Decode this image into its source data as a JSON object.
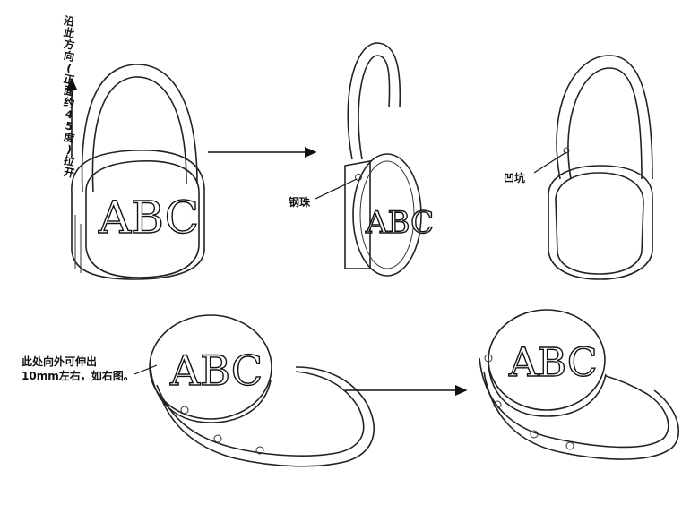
{
  "labels": {
    "pull_direction": "沿此方向(正面约45度)拉开",
    "steel_ball": "钢珠",
    "dimple": "凹坑",
    "extend_note_line1": "此处向外可伸出",
    "extend_note_line2": "10mm左右，如右图。"
  },
  "face_text": "ABC"
}
